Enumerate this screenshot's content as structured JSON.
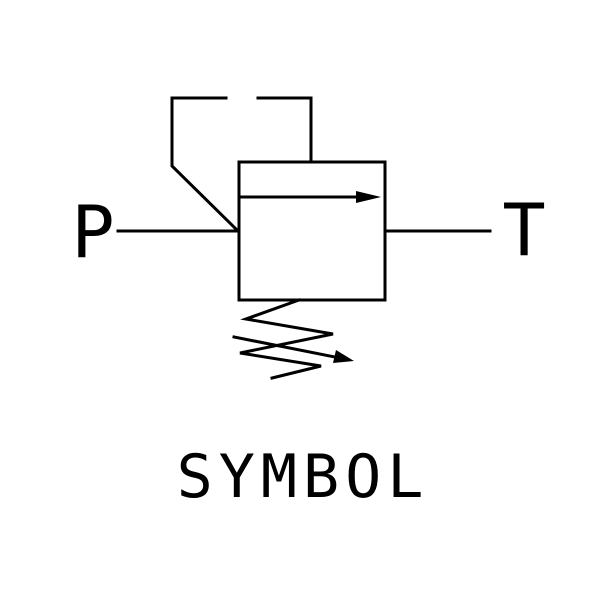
{
  "diagram": {
    "type": "hydraulic-schematic",
    "description": "Pilot-operated pressure relief valve symbol",
    "title": "SYMBOL",
    "ports": {
      "left_label": "P",
      "right_label": "T"
    },
    "elements": {
      "valve_body": "square valve envelope",
      "flow_path": "internal flow line with arrow toward T",
      "pilot_line": "dashed pilot line from P line to top of valve body",
      "spring": "zigzag spring below valve body",
      "adjustment_arrow": "diagonal arrow through spring (adjustable)"
    },
    "colors": {
      "line": "#000000",
      "background": "#ffffff"
    }
  }
}
